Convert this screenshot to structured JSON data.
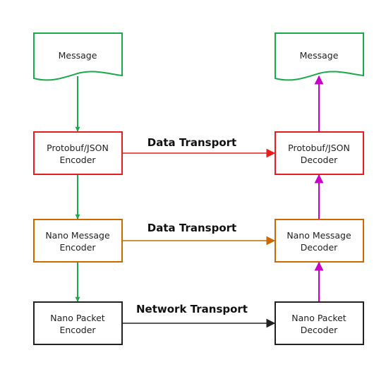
{
  "colors": {
    "green": "#1aaa4a",
    "red": "#e81e1e",
    "orange": "#cc6a00",
    "black": "#222222",
    "magenta": "#c800c8"
  },
  "nodes": {
    "message_left": {
      "label": "Message"
    },
    "message_right": {
      "label": "Message"
    },
    "proto_encoder": {
      "line1": "Protobuf/JSON",
      "line2": "Encoder"
    },
    "proto_decoder": {
      "line1": "Protobuf/JSON",
      "line2": "Decoder"
    },
    "nano_msg_encoder": {
      "line1": "Nano Message",
      "line2": "Encoder"
    },
    "nano_msg_decoder": {
      "line1": "Nano Message",
      "line2": "Decoder"
    },
    "nano_pkt_encoder": {
      "line1": "Nano Packet",
      "line2": "Encoder"
    },
    "nano_pkt_decoder": {
      "line1": "Nano Packet",
      "line2": "Decoder"
    }
  },
  "edges": {
    "data_transport_1": "Data Transport",
    "data_transport_2": "Data Transport",
    "network_transport": "Network Transport"
  }
}
